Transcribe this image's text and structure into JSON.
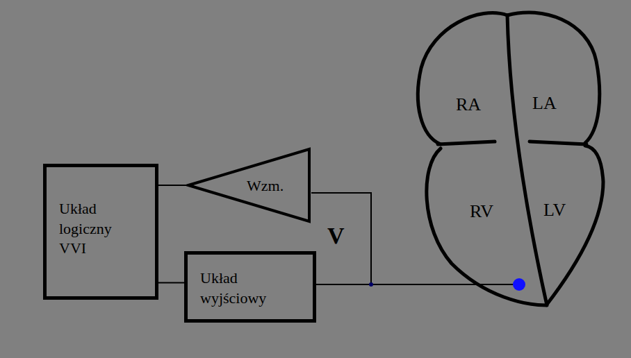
{
  "diagram": {
    "nodes": [
      {
        "text": [
          "Układ logiczny VVI"
        ]
      },
      {
        "text": [
          "Wzm."
        ]
      },
      {
        "text": [
          "Układ wyjściowy"
        ]
      }
    ],
    "edges": [
      {
        "from": 1,
        "to": 0,
        "arrow": "none"
      },
      {
        "from": 0,
        "to": 2,
        "arrow": "none"
      }
    ],
    "labels": [
      "V",
      "RA",
      "LA",
      "RV",
      "LV"
    ]
  }
}
